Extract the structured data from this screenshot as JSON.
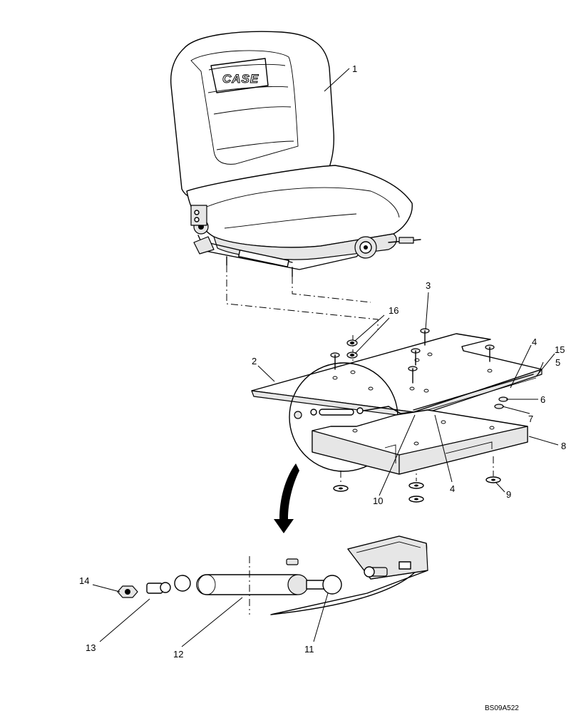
{
  "figure": {
    "reference": "BS09A522",
    "brand_label": "CASE"
  },
  "callouts": [
    "1",
    "2",
    "3",
    "4",
    "4",
    "5",
    "6",
    "7",
    "8",
    "9",
    "10",
    "11",
    "12",
    "13",
    "14",
    "15",
    "16"
  ],
  "parts": [
    {
      "callout": "1",
      "icon": "operator-seat-icon"
    },
    {
      "callout": "2",
      "icon": "mounting-plate-icon"
    },
    {
      "callout": "3",
      "icon": "bolt-icon"
    },
    {
      "callout": "8",
      "icon": "seat-base-icon"
    },
    {
      "callout": "12",
      "icon": "gas-spring-icon"
    }
  ]
}
